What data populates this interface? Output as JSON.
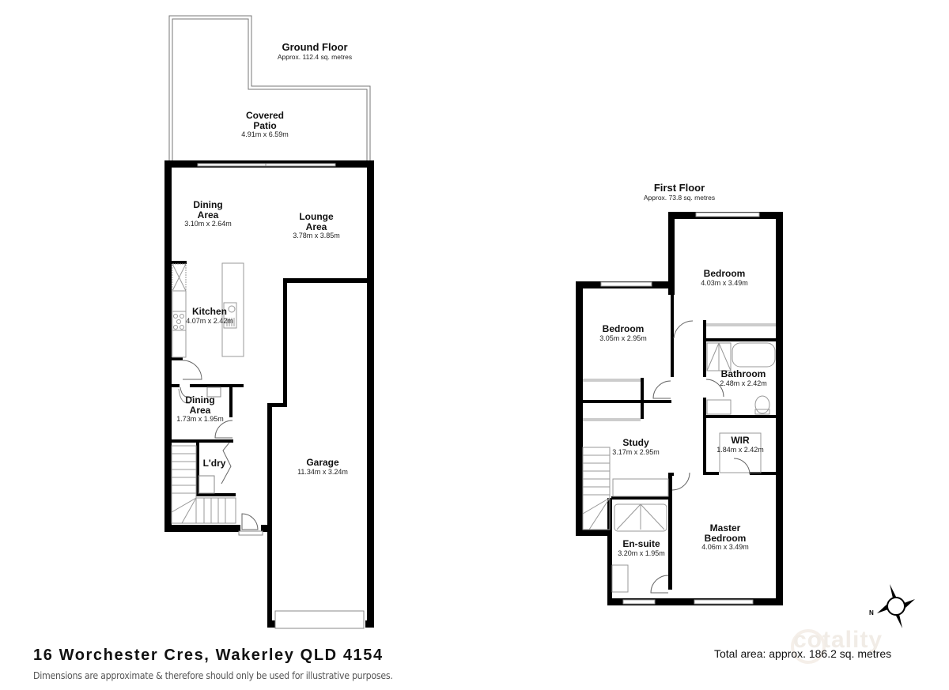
{
  "ground_floor": {
    "title": "Ground Floor",
    "area": "Approx. 112.4 sq. metres",
    "rooms": [
      {
        "id": "covered-patio",
        "name": "Covered Patio",
        "name_lines": [
          "Covered",
          "Patio"
        ],
        "dimensions": "4.91m x 6.59m"
      },
      {
        "id": "dining-area",
        "name": "Dining Area",
        "name_lines": [
          "Dining",
          "Area"
        ],
        "dimensions": "3.10m x 2.64m"
      },
      {
        "id": "lounge-area",
        "name": "Lounge Area",
        "name_lines": [
          "Lounge",
          "Area"
        ],
        "dimensions": "3.78m x 3.85m"
      },
      {
        "id": "kitchen",
        "name": "Kitchen",
        "name_lines": [
          "Kitchen"
        ],
        "dimensions": "4.07m x 2.42m"
      },
      {
        "id": "dining-area-2",
        "name": "Dining Area",
        "name_lines": [
          "Dining",
          "Area"
        ],
        "dimensions": "1.73m x 1.95m"
      },
      {
        "id": "laundry",
        "name": "L'dry",
        "name_lines": [
          "L'dry"
        ],
        "dimensions": ""
      },
      {
        "id": "garage",
        "name": "Garage",
        "name_lines": [
          "Garage"
        ],
        "dimensions": "11.34m x 3.24m"
      }
    ]
  },
  "first_floor": {
    "title": "First Floor",
    "area": "Approx. 73.8 sq. metres",
    "rooms": [
      {
        "id": "bedroom-1",
        "name": "Bedroom",
        "name_lines": [
          "Bedroom"
        ],
        "dimensions": "4.03m x 3.49m"
      },
      {
        "id": "bedroom-2",
        "name": "Bedroom",
        "name_lines": [
          "Bedroom"
        ],
        "dimensions": "3.05m x 2.95m"
      },
      {
        "id": "bathroom",
        "name": "Bathroom",
        "name_lines": [
          "Bathroom"
        ],
        "dimensions": "2.48m x 2.42m"
      },
      {
        "id": "study",
        "name": "Study",
        "name_lines": [
          "Study"
        ],
        "dimensions": "3.17m x 2.95m"
      },
      {
        "id": "wir",
        "name": "WIR",
        "name_lines": [
          "WIR"
        ],
        "dimensions": "1.84m x 2.42m"
      },
      {
        "id": "master-bedroom",
        "name": "Master Bedroom",
        "name_lines": [
          "Master",
          "Bedroom"
        ],
        "dimensions": "4.06m x 3.49m"
      },
      {
        "id": "en-suite",
        "name": "En-suite",
        "name_lines": [
          "En-suite"
        ],
        "dimensions": "3.20m x 1.95m"
      }
    ]
  },
  "footer": {
    "address": "16 Worchester Cres, Wakerley QLD 4154",
    "disclaimer": "Dimensions are approximate & therefore should only be used for illustrative purposes.",
    "total_area": "Total area: approx. 186.2 sq. metres",
    "watermark": "cotality"
  },
  "compass": {
    "icon": "compass-north-icon",
    "label": "N"
  },
  "colors": {
    "wall": "#000000",
    "window": "#bdbdbd",
    "fixture": "#888888",
    "background": "#ffffff"
  }
}
